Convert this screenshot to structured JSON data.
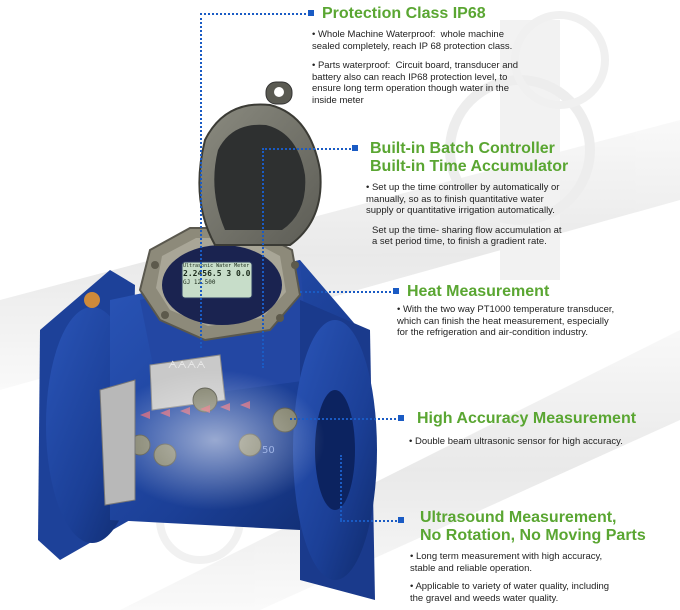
{
  "features": [
    {
      "title": "Protection Class IP68",
      "paragraphs": [
        "• Whole Machine Waterproof:  whole machine\nsealed completely, reach IP 68 protection class.",
        "• Parts waterproof:  Circuit board, transducer and\nbattery also can reach IP68 protection level, to\nensure long term operation though water in the\ninside meter"
      ]
    },
    {
      "title": "Built-in Batch Controller\nBuilt-in Time Accumulator",
      "paragraphs": [
        "• Set up the time controller by automatically or\nmanually, so as to finish quantitative water\nsupply or quantitative irrigation automatically.",
        "Set up the time- sharing flow accumulation at\na set period time, to finish a gradient rate."
      ]
    },
    {
      "title": "Heat Measurement",
      "paragraphs": [
        "• With the two way PT1000 temperature transducer,\nwhich can finish the heat measurement, especially\nfor the refrigeration and air-condition industry."
      ]
    },
    {
      "title": "High Accuracy Measurement",
      "paragraphs": [
        "• Double beam ultrasonic sensor for high accuracy."
      ]
    },
    {
      "title": "Ultrasound Measurement,\nNo Rotation, No Moving Parts",
      "paragraphs": [
        "• Long term measurement with high accuracy,\nstable and reliable operation.",
        "• Applicable to variety of water quality, including\nthe gravel and weeds water quality."
      ]
    }
  ],
  "meter": {
    "display_lines": [
      "Ultrasonic Water Meter",
      "2.2456.5 3 0.0",
      "GJ   12.500"
    ],
    "plate_text": "ᗅᗅᗅᗅ",
    "flange_mark": "50"
  }
}
